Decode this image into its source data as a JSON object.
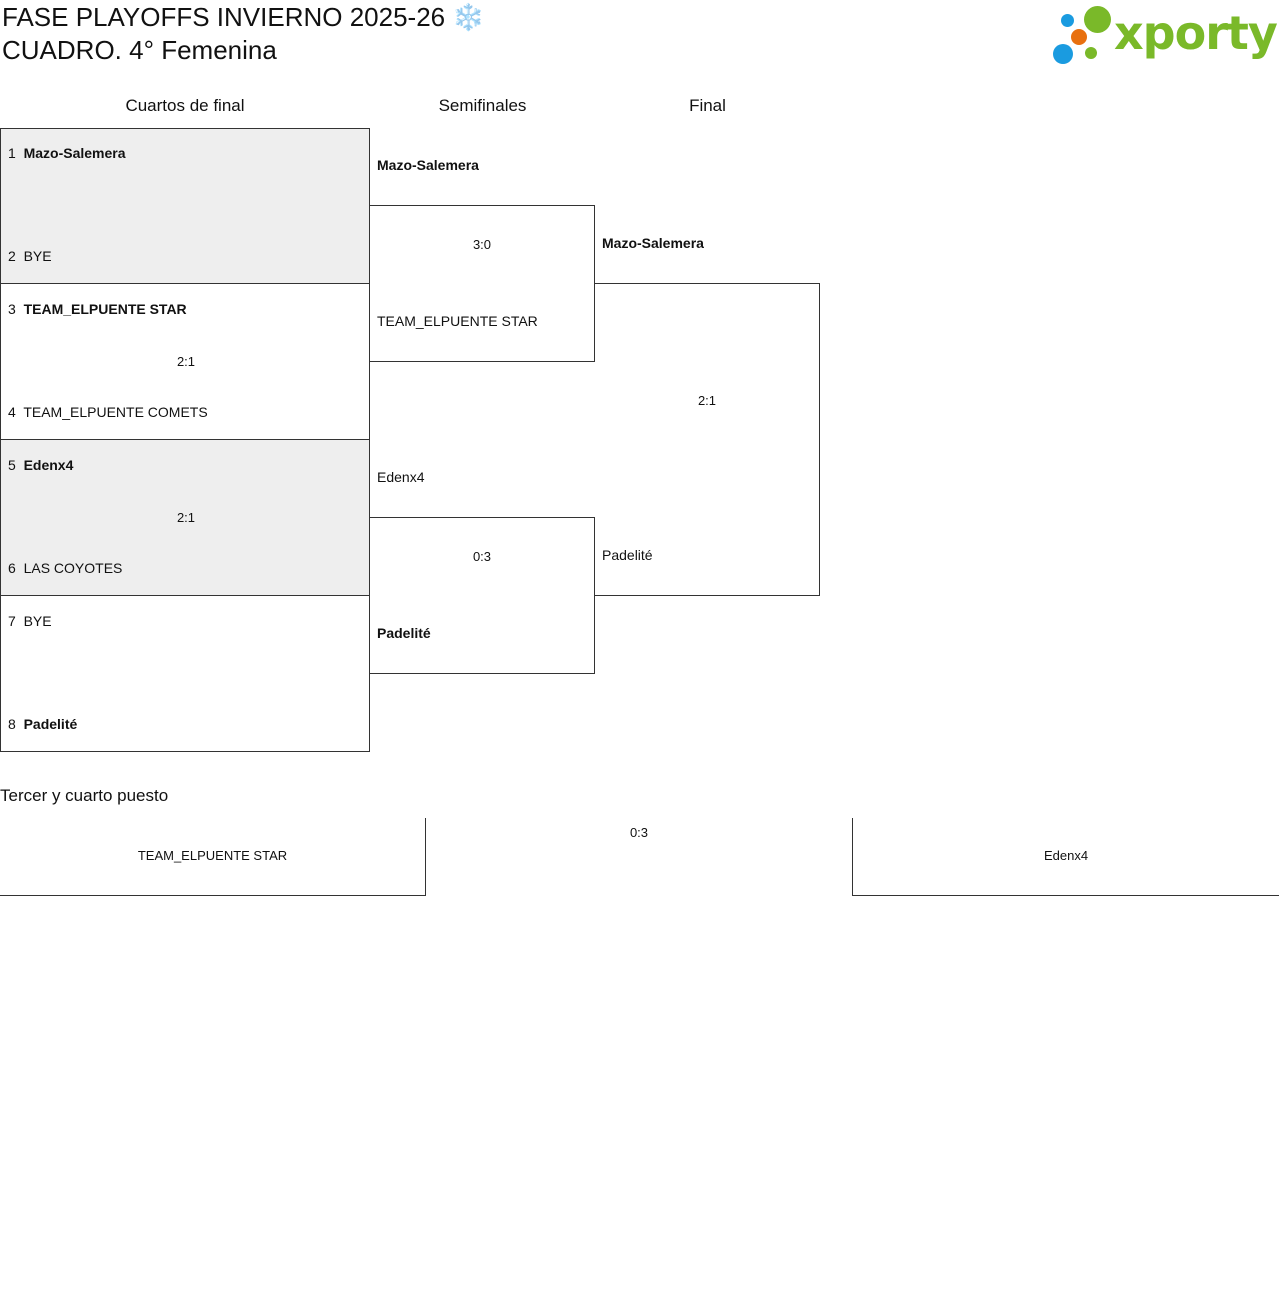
{
  "title_line1": "FASE PLAYOFFS INVIERNO 2025-26 ❄️",
  "title_line2": "CUADRO. 4° Femenina",
  "logo": {
    "text": "xporty",
    "colors": {
      "green": "#7ab929",
      "blue": "#1a9be0",
      "orange": "#e8700f"
    }
  },
  "rounds": [
    "Cuartos de final",
    "Semifinales",
    "Final"
  ],
  "quarterfinals": [
    {
      "seed1": "1",
      "team1": "Mazo-Salemera",
      "seed2": "2",
      "team2": "BYE",
      "score": "",
      "winner": 1
    },
    {
      "seed1": "3",
      "team1": "TEAM_ELPUENTE STAR",
      "seed2": "4",
      "team2": "TEAM_ELPUENTE COMETS",
      "score": "2:1",
      "winner": 1
    },
    {
      "seed1": "5",
      "team1": "Edenx4",
      "seed2": "6",
      "team2": "LAS COYOTES",
      "score": "2:1",
      "winner": 1
    },
    {
      "seed1": "7",
      "team1": "BYE",
      "seed2": "8",
      "team2": "Padelité",
      "score": "",
      "winner": 2
    }
  ],
  "semifinals": [
    {
      "team1": "Mazo-Salemera",
      "team2": "TEAM_ELPUENTE STAR",
      "score": "3:0",
      "winner": 1
    },
    {
      "team1": "Edenx4",
      "team2": "Padelité",
      "score": "0:3",
      "winner": 2
    }
  ],
  "final": {
    "team1": "Mazo-Salemera",
    "team2": "Padelité",
    "score": "2:1",
    "winner": 1
  },
  "third_place": {
    "title": "Tercer y cuarto puesto",
    "team1": "TEAM_ELPUENTE STAR",
    "score": "0:3",
    "team2": "Edenx4"
  }
}
